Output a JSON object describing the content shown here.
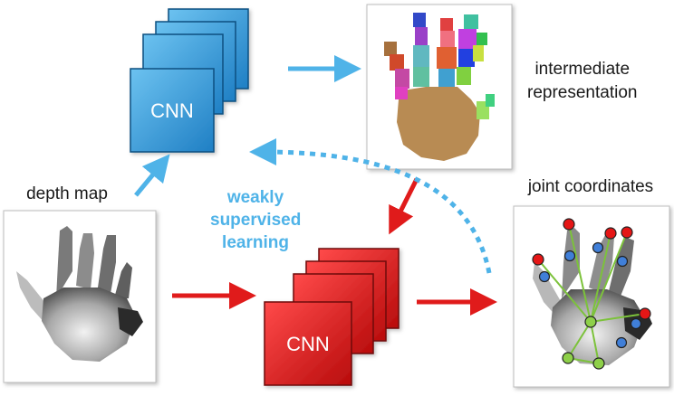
{
  "labels": {
    "cnn_top": "CNN",
    "cnn_bottom": "CNN",
    "intermediate": "intermediate\nrepresentation",
    "depth_map": "depth map",
    "joint_coordinates": "joint coordinates",
    "weakly_supervised": "weakly\nsupervised\nlearning"
  },
  "colors": {
    "blue_arrow": "#4fb3e8",
    "red_arrow": "#e01b1b",
    "cnn_blue": "#2f92d6",
    "cnn_red": "#d81818",
    "joint_red": "#e51616",
    "joint_blue": "#3f7fd8",
    "joint_green": "#8ed04a",
    "skeleton": "#7cc23a"
  }
}
